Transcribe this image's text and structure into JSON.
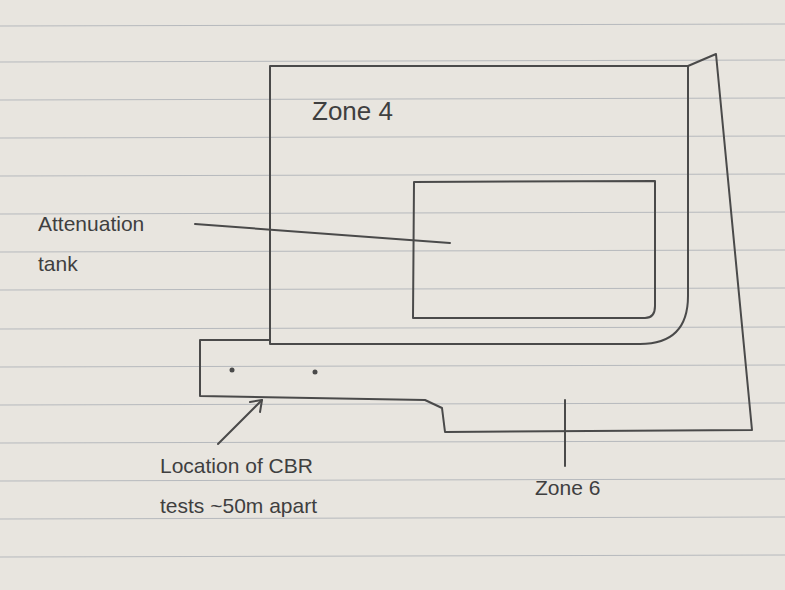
{
  "diagram": {
    "nodes": [
      {
        "text": [
          "Zone 4"
        ]
      }
    ],
    "labels": [
      "Attenuation tank",
      "Location of CBR tests ~50m apart",
      "Zone 6"
    ]
  }
}
